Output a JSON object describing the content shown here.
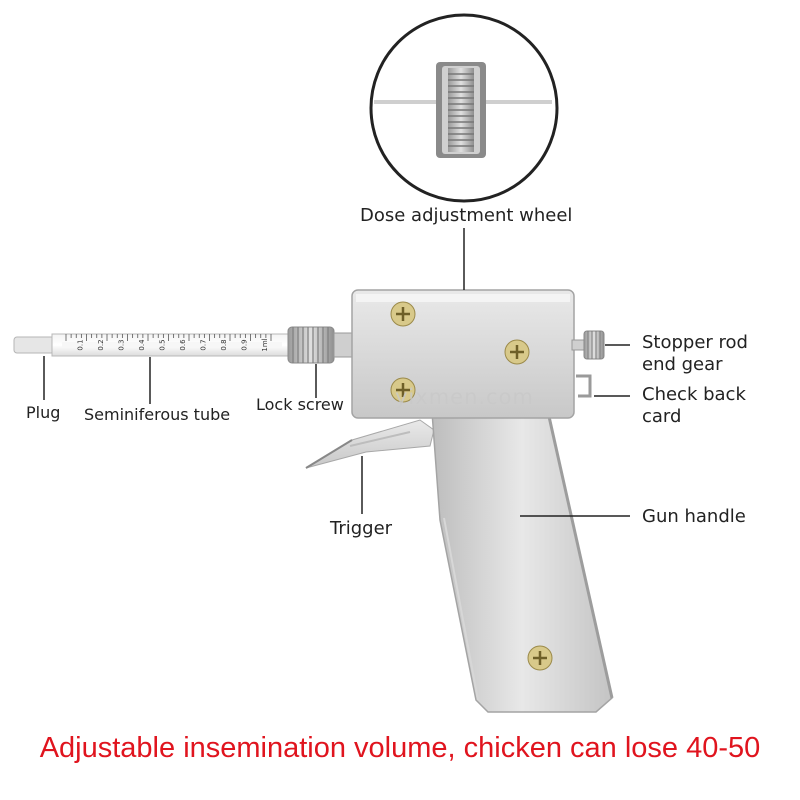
{
  "labels": {
    "dose_wheel": "Dose adjustment wheel",
    "stopper_rod": "Stopper rod end gear",
    "check_back": "Check back card",
    "plug": "Plug",
    "seminiferous": "Seminiferous tube",
    "lock_screw": "Lock screw",
    "trigger": "Trigger",
    "gun_handle": "Gun handle"
  },
  "syringe_scale": [
    "0.1",
    "0.2",
    "0.3",
    "0.4",
    "0.5",
    "0.6",
    "0.7",
    "0.8",
    "0.9",
    "1ml"
  ],
  "watermark": "yixmen.com",
  "caption": "Adjustable insemination volume, chicken can lose 40-50",
  "colors": {
    "caption": "#e0141e",
    "callout_line": "#222222",
    "metal": "#d9d9d9"
  }
}
